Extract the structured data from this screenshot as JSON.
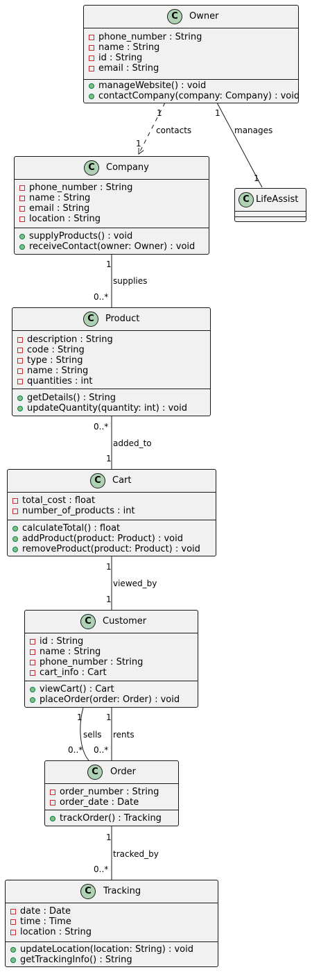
{
  "classes": [
    {
      "id": "owner",
      "name": "Owner",
      "attributes": [
        {
          "visibility": "private",
          "text": "phone_number : String"
        },
        {
          "visibility": "private",
          "text": "name : String"
        },
        {
          "visibility": "private",
          "text": "id  : String"
        },
        {
          "visibility": "private",
          "text": "email : String"
        }
      ],
      "methods": [
        {
          "visibility": "public",
          "text": "manageWebsite() : void"
        },
        {
          "visibility": "public",
          "text": "contactCompany(company: Company) : void"
        }
      ]
    },
    {
      "id": "company",
      "name": "Company",
      "attributes": [
        {
          "visibility": "private",
          "text": "phone_number : String"
        },
        {
          "visibility": "private",
          "text": "name : String"
        },
        {
          "visibility": "private",
          "text": "email : String"
        },
        {
          "visibility": "private",
          "text": "location : String"
        }
      ],
      "methods": [
        {
          "visibility": "public",
          "text": "supplyProducts() : void"
        },
        {
          "visibility": "public",
          "text": "receiveContact(owner: Owner) : void"
        }
      ]
    },
    {
      "id": "lifeassist",
      "name": "LifeAssist",
      "attributes": [],
      "methods": []
    },
    {
      "id": "product",
      "name": "Product",
      "attributes": [
        {
          "visibility": "private",
          "text": "description : String"
        },
        {
          "visibility": "private",
          "text": "code : String"
        },
        {
          "visibility": "private",
          "text": "type : String"
        },
        {
          "visibility": "private",
          "text": "name : String"
        },
        {
          "visibility": "private",
          "text": "quantities : int"
        }
      ],
      "methods": [
        {
          "visibility": "public",
          "text": "getDetails() : String"
        },
        {
          "visibility": "public",
          "text": "updateQuantity(quantity: int) : void"
        }
      ]
    },
    {
      "id": "cart",
      "name": "Cart",
      "attributes": [
        {
          "visibility": "private",
          "text": "total_cost : float"
        },
        {
          "visibility": "private",
          "text": "number_of_products : int"
        }
      ],
      "methods": [
        {
          "visibility": "public",
          "text": "calculateTotal() : float"
        },
        {
          "visibility": "public",
          "text": "addProduct(product: Product) : void"
        },
        {
          "visibility": "public",
          "text": "removeProduct(product: Product) : void"
        }
      ]
    },
    {
      "id": "customer",
      "name": "Customer",
      "attributes": [
        {
          "visibility": "private",
          "text": "id  : String"
        },
        {
          "visibility": "private",
          "text": "name : String"
        },
        {
          "visibility": "private",
          "text": "phone_number : String"
        },
        {
          "visibility": "private",
          "text": "cart_info : Cart"
        }
      ],
      "methods": [
        {
          "visibility": "public",
          "text": "viewCart() : Cart"
        },
        {
          "visibility": "public",
          "text": "placeOrder(order: Order) : void"
        }
      ]
    },
    {
      "id": "order",
      "name": "Order",
      "attributes": [
        {
          "visibility": "private",
          "text": "order_number : String"
        },
        {
          "visibility": "private",
          "text": "order_date : Date"
        }
      ],
      "methods": [
        {
          "visibility": "public",
          "text": "trackOrder() : Tracking"
        }
      ]
    },
    {
      "id": "tracking",
      "name": "Tracking",
      "attributes": [
        {
          "visibility": "private",
          "text": "date : Date"
        },
        {
          "visibility": "private",
          "text": "time : Time"
        },
        {
          "visibility": "private",
          "text": "location : String"
        }
      ],
      "methods": [
        {
          "visibility": "public",
          "text": "updateLocation(location: String) : void"
        },
        {
          "visibility": "public",
          "text": "getTrackingInfo() : String"
        }
      ]
    }
  ],
  "relations": [
    {
      "id": "contacts",
      "label": "contacts",
      "from_mult": "1",
      "to_mult": "1",
      "style": "dashed-arrow"
    },
    {
      "id": "manages",
      "label": "manages",
      "from_mult": "1",
      "to_mult": "1",
      "style": "solid"
    },
    {
      "id": "supplies",
      "label": "supplies",
      "from_mult": "1",
      "to_mult": "0..*",
      "style": "solid"
    },
    {
      "id": "added_to",
      "label": "added_to",
      "from_mult": "0..*",
      "to_mult": "1",
      "style": "solid"
    },
    {
      "id": "viewed_by",
      "label": "viewed_by",
      "from_mult": "1",
      "to_mult": "1",
      "style": "solid"
    },
    {
      "id": "sells",
      "label": "sells",
      "from_mult": "1",
      "to_mult": "0..*",
      "style": "solid"
    },
    {
      "id": "rents",
      "label": "rents",
      "from_mult": "1",
      "to_mult": "0..*",
      "style": "solid"
    },
    {
      "id": "tracked_by",
      "label": "tracked_by",
      "from_mult": "1",
      "to_mult": "0..*",
      "style": "solid"
    }
  ],
  "colors": {
    "class_fill": "#f1f1f1",
    "border": "#181818",
    "class_icon_fill": "#add1b2",
    "private_marker": "#c82930",
    "public_marker_fill": "#84be84",
    "public_marker_border": "#038048"
  },
  "icons": {
    "class_icon": "C",
    "private_marker": "private-square-icon",
    "public_marker": "public-circle-icon"
  }
}
